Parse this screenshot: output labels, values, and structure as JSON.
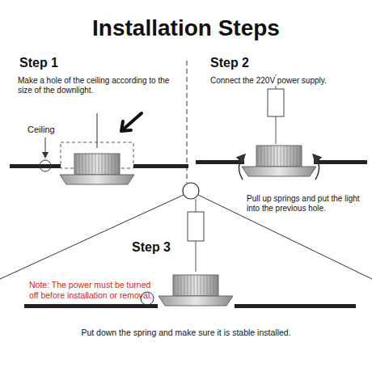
{
  "diagram": {
    "title": "Installation Steps",
    "labels": [
      "Step 1",
      "Make a hole of the ceiling according to the size of the downlight.",
      "Ceiling",
      "Step 2",
      "Connect the 220V power supply.",
      "Pull up springs and put the light into the previous hole.",
      "Step 3",
      "Note: The power must be turned off before installation or removal.",
      "Put down the spring and make sure it is stable installed."
    ]
  }
}
